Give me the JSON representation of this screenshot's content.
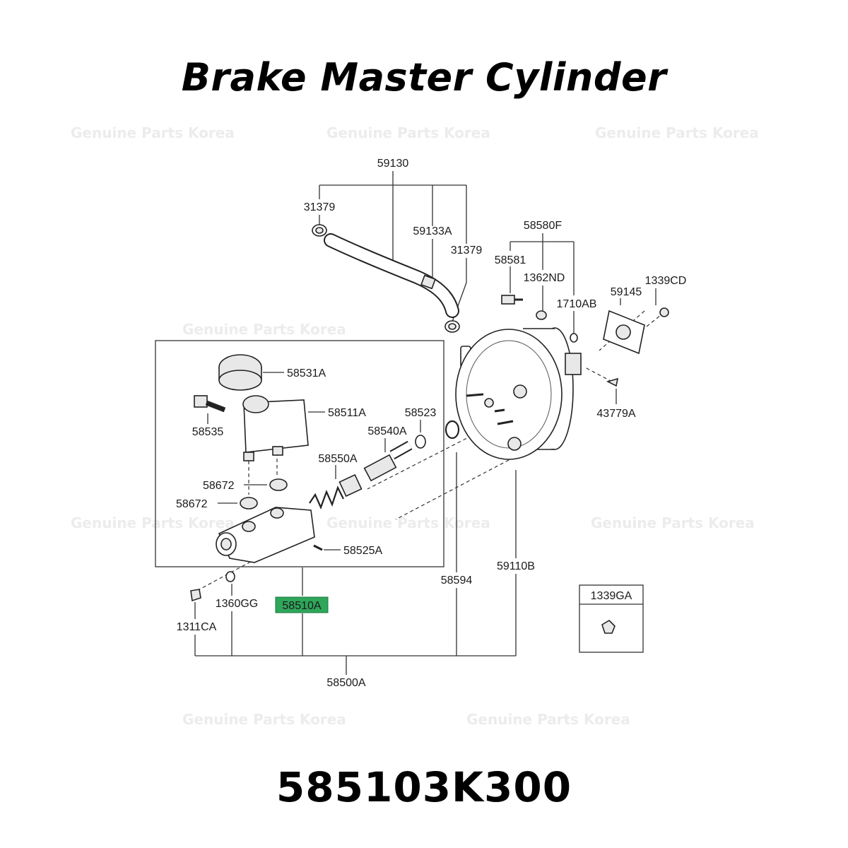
{
  "title": "Brake Master Cylinder",
  "part_number": "585103K300",
  "watermark": "Genuine Parts Korea",
  "highlight_color": "#2fa65a",
  "labels": {
    "p59130": "59130",
    "p31379a": "31379",
    "p59133a": "59133A",
    "p31379b": "31379",
    "p58580f": "58580F",
    "p58581": "58581",
    "p1362nd": "1362ND",
    "p1710ab": "1710AB",
    "p59145": "59145",
    "p1339cd": "1339CD",
    "p58531a": "58531A",
    "p58535": "58535",
    "p58511a": "58511A",
    "p58523": "58523",
    "p58540a": "58540A",
    "p58550a": "58550A",
    "p58672a": "58672",
    "p58672b": "58672",
    "p58525a": "58525A",
    "p43779a": "43779A",
    "p59110b": "59110B",
    "p58594": "58594",
    "p1360gg": "1360GG",
    "p58510a": "58510A",
    "p1311ca": "1311CA",
    "p58500a": "58500A",
    "p1339ga": "1339GA"
  }
}
